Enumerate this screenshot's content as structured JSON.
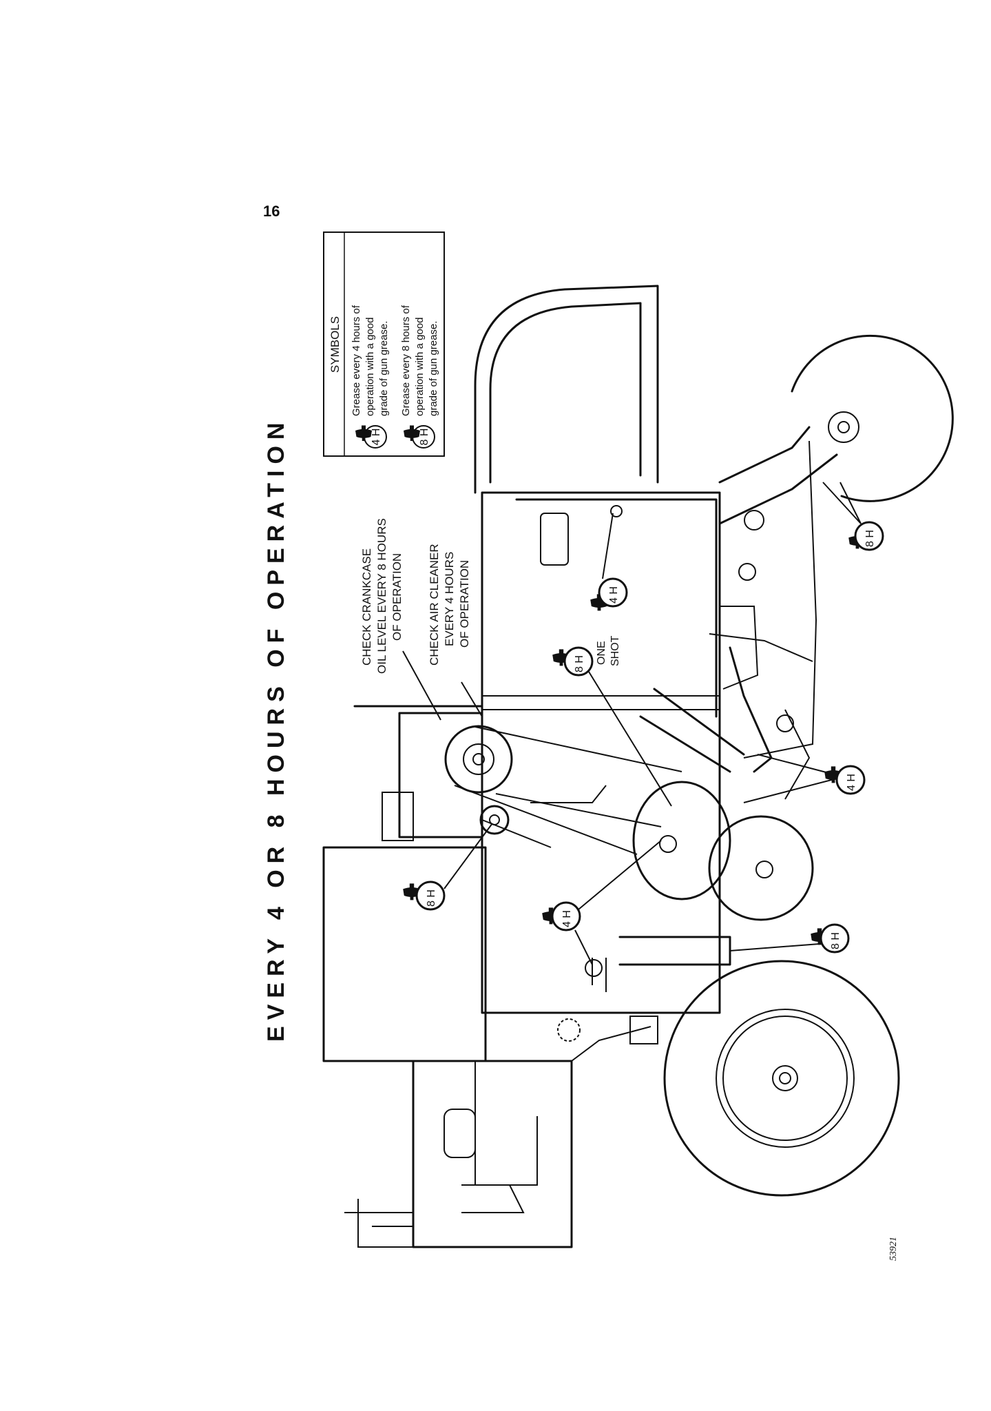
{
  "page_number": "16",
  "title": "EVERY 4 OR 8 HOURS OF OPERATION",
  "symbols_box": {
    "heading": "SYMBOLS",
    "entries": [
      {
        "badge": "4 H",
        "text_lines": [
          "Grease every 4 hours of",
          "operation with a good",
          "grade of gun grease."
        ]
      },
      {
        "badge": "8 H",
        "text_lines": [
          "Grease every 8 hours of",
          "operation with a good",
          "grade of gun grease."
        ]
      }
    ]
  },
  "annotations": {
    "crankcase": [
      "CHECK CRANKCASE",
      "OIL LEVEL EVERY 8 HOURS",
      "OF OPERATION"
    ],
    "air_cleaner": [
      "CHECK AIR CLEANER",
      "EVERY 4 HOURS",
      "OF OPERATION"
    ],
    "one_shot": [
      "ONE",
      "SHOT"
    ]
  },
  "badges": {
    "b1": "8 H",
    "b2": "4 H",
    "b3": "8 H",
    "b4": "4 H",
    "b5": "8 H",
    "b6": "4 H",
    "b7": "8 H"
  },
  "catalog_number": "53921"
}
